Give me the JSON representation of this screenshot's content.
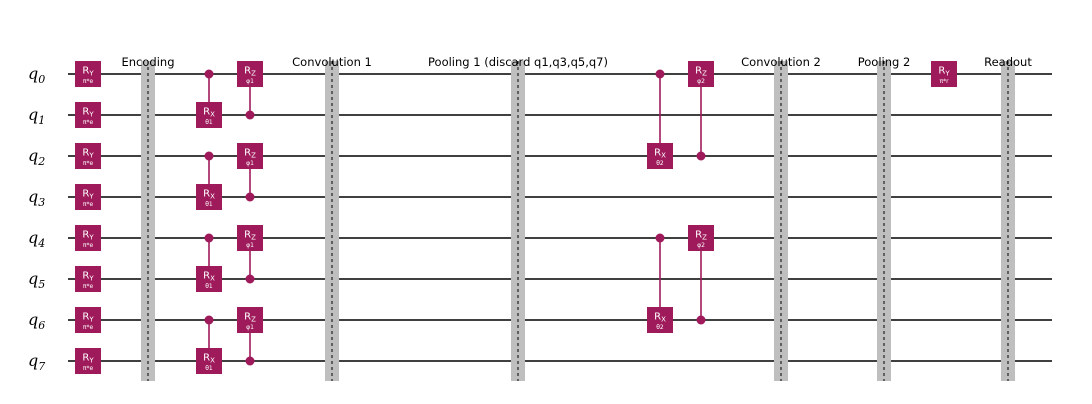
{
  "colors": {
    "gate": "#9e1a5b",
    "wire": "#000000",
    "barrier": "#bfbfbf"
  },
  "qubits": [
    {
      "base": "q",
      "sub": "0"
    },
    {
      "base": "q",
      "sub": "1"
    },
    {
      "base": "q",
      "sub": "2"
    },
    {
      "base": "q",
      "sub": "3"
    },
    {
      "base": "q",
      "sub": "4"
    },
    {
      "base": "q",
      "sub": "5"
    },
    {
      "base": "q",
      "sub": "6"
    },
    {
      "base": "q",
      "sub": "7"
    }
  ],
  "sections": [
    "Encoding",
    "Convolution 1",
    "Pooling 1 (discard q1,q3,q5,q7)",
    "Convolution 2",
    "Pooling 2",
    "Readout"
  ],
  "gates": [
    {
      "name": "R",
      "sub": "Y",
      "param": "π*e",
      "qubit": 0
    },
    {
      "name": "R",
      "sub": "Y",
      "param": "π*e",
      "qubit": 1
    },
    {
      "name": "R",
      "sub": "Y",
      "param": "π*e",
      "qubit": 2
    },
    {
      "name": "R",
      "sub": "Y",
      "param": "π*e",
      "qubit": 3
    },
    {
      "name": "R",
      "sub": "Y",
      "param": "π*e",
      "qubit": 4
    },
    {
      "name": "R",
      "sub": "Y",
      "param": "π*e",
      "qubit": 5
    },
    {
      "name": "R",
      "sub": "Y",
      "param": "π*e",
      "qubit": 6
    },
    {
      "name": "R",
      "sub": "Y",
      "param": "π*e",
      "qubit": 7
    },
    {
      "name": "R",
      "sub": "X",
      "param": "θ1",
      "qubit": 1,
      "control": 0
    },
    {
      "name": "R",
      "sub": "X",
      "param": "θ1",
      "qubit": 3,
      "control": 2
    },
    {
      "name": "R",
      "sub": "X",
      "param": "θ1",
      "qubit": 5,
      "control": 4
    },
    {
      "name": "R",
      "sub": "X",
      "param": "θ1",
      "qubit": 7,
      "control": 6
    },
    {
      "name": "R",
      "sub": "Z",
      "param": "φ1",
      "qubit": 0,
      "control": 1
    },
    {
      "name": "R",
      "sub": "Z",
      "param": "φ1",
      "qubit": 2,
      "control": 3
    },
    {
      "name": "R",
      "sub": "Z",
      "param": "φ1",
      "qubit": 4,
      "control": 5
    },
    {
      "name": "R",
      "sub": "Z",
      "param": "φ1",
      "qubit": 6,
      "control": 7
    },
    {
      "name": "R",
      "sub": "X",
      "param": "θ2",
      "qubit": 2,
      "control": 0
    },
    {
      "name": "R",
      "sub": "X",
      "param": "θ2",
      "qubit": 6,
      "control": 4
    },
    {
      "name": "R",
      "sub": "Z",
      "param": "φ2",
      "qubit": 0,
      "control": 2
    },
    {
      "name": "R",
      "sub": "Z",
      "param": "φ2",
      "qubit": 4,
      "control": 6
    },
    {
      "name": "R",
      "sub": "Y",
      "param": "π*r",
      "qubit": 0
    }
  ]
}
